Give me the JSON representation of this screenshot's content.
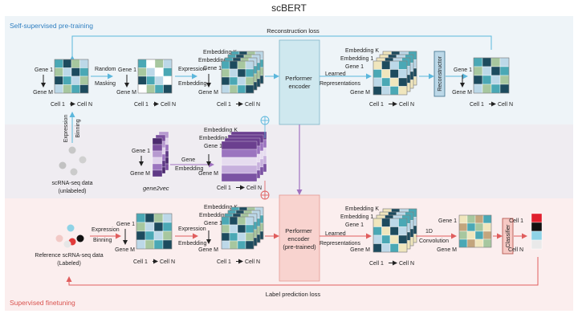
{
  "title": "scBERT",
  "sections": {
    "pretraining": "Self-supervised pre-training",
    "finetuning": "Supervised finetuning"
  },
  "losses": {
    "reconstruction": "Reconstruction loss",
    "label_prediction": "Label prediction loss"
  },
  "labels": {
    "gene_1": "Gene 1",
    "gene_m": "Gene M",
    "cell_1": "Cell 1",
    "cell_n": "Cell N",
    "embedding_k": "Embedding K",
    "embedding_1": "Embedding 1",
    "random_masking": [
      "Random",
      "Masking"
    ],
    "expression_embedding": [
      "Expression",
      "Embedding"
    ],
    "learned_representations": [
      "Learned",
      "Representations"
    ],
    "expression_binning": [
      "Expression",
      "Binning"
    ],
    "gene_embedding": [
      "Gene",
      "Embedding"
    ],
    "conv_1d": [
      "1D",
      "Convolution"
    ],
    "gene2vec": "gene2vec",
    "unlabeled_data": [
      "scRNA-seq data",
      "(unlabeled)"
    ],
    "labeled_data": [
      "Reference scRNA-seq data",
      "(Labeled)"
    ]
  },
  "modules": {
    "performer_encoder": [
      "Performer",
      "encoder"
    ],
    "performer_encoder_pretrained": [
      "Performer",
      "encoder",
      "(pre-trained)"
    ],
    "reconstructor": "Reconstructor",
    "classifier": "Classifier"
  },
  "colors": {
    "pretrain_bg": "#eef4f8",
    "middle_bg": "#efecf1",
    "finetune_bg": "#fbeeee",
    "teal": "#4aa8b5",
    "dark_teal": "#1d4b5e",
    "sage": "#a7c79f",
    "light_blue": "#bcd8e8",
    "cream": "#f0e6bd",
    "tan": "#c3a57d",
    "blue_arrow": "#5bb7dc",
    "red_arrow": "#e05d5d",
    "purple_arrow": "#a072c0"
  }
}
